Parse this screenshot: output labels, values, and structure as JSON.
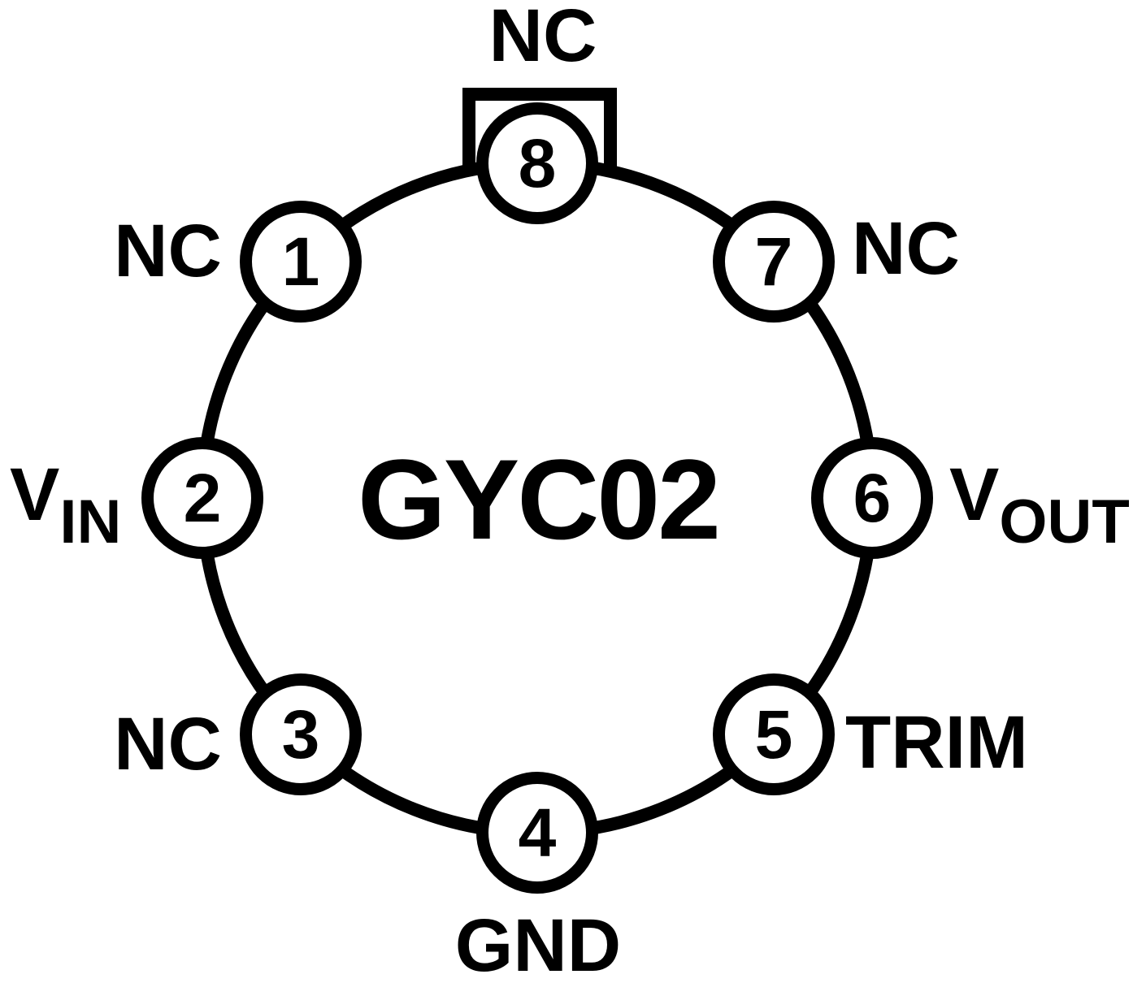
{
  "diagram": {
    "title": "GYC02",
    "type": "ic-pinout-metal-can-8pin",
    "colors": {
      "stroke": "#000000",
      "background": "#ffffff"
    },
    "pins": [
      {
        "number": "1",
        "label": "NC"
      },
      {
        "number": "2",
        "label": "V",
        "label_sub": "IN"
      },
      {
        "number": "3",
        "label": "NC"
      },
      {
        "number": "4",
        "label": "GND"
      },
      {
        "number": "5",
        "label": "TRIM"
      },
      {
        "number": "6",
        "label": "V",
        "label_sub": "OUT"
      },
      {
        "number": "7",
        "label": "NC"
      },
      {
        "number": "8",
        "label": "NC"
      }
    ]
  }
}
